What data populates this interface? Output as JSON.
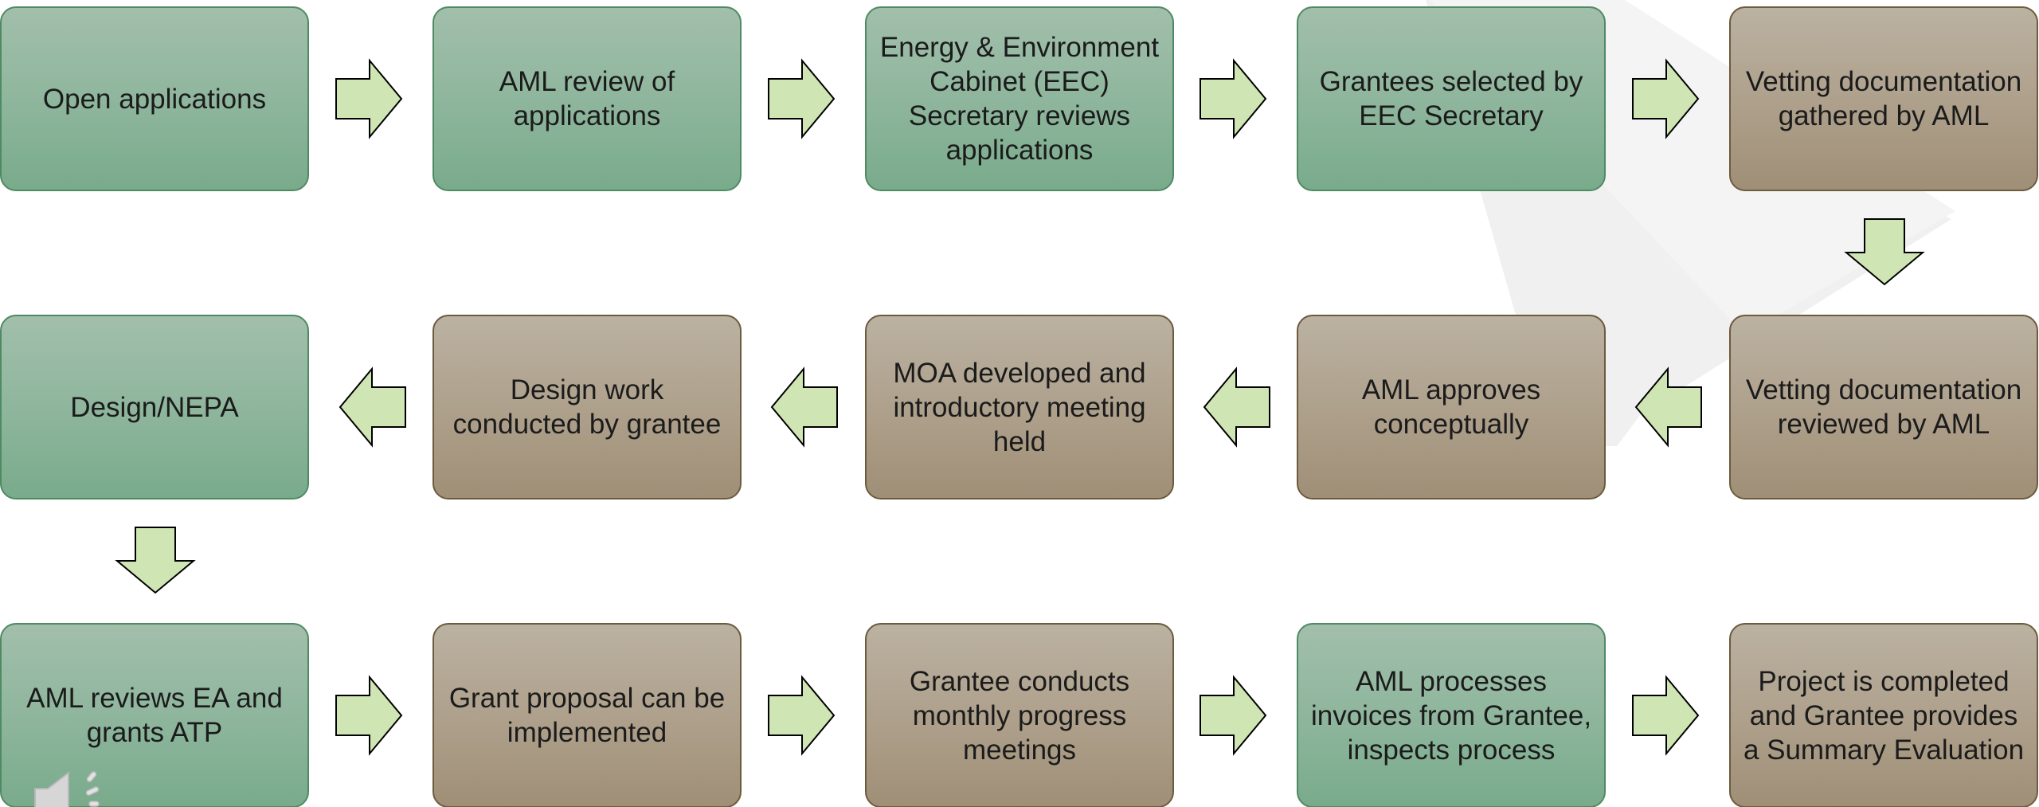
{
  "diagram": {
    "colors": {
      "green_box": "#8db59c",
      "brown_box": "#ad9f8a",
      "arrow_fill": "#cfe6b4",
      "arrow_stroke": "#000000"
    },
    "steps": [
      {
        "label": "Open applications",
        "color": "green"
      },
      {
        "label": "AML review of applications",
        "color": "green"
      },
      {
        "label": "Energy & Environment Cabinet (EEC) Secretary reviews applications",
        "color": "green"
      },
      {
        "label": "Grantees selected by EEC Secretary",
        "color": "green"
      },
      {
        "label": "Vetting documentation gathered by AML",
        "color": "brown"
      },
      {
        "label": "Vetting documentation reviewed by AML",
        "color": "brown"
      },
      {
        "label": "AML approves conceptually",
        "color": "brown"
      },
      {
        "label": "MOA developed and introductory meeting held",
        "color": "brown"
      },
      {
        "label": "Design work conducted by grantee",
        "color": "brown"
      },
      {
        "label": "Design/NEPA",
        "color": "green"
      },
      {
        "label": "AML reviews EA and grants ATP",
        "color": "green"
      },
      {
        "label": "Grant proposal can be implemented",
        "color": "brown"
      },
      {
        "label": "Grantee conducts monthly progress meetings",
        "color": "brown"
      },
      {
        "label": "AML processes invoices from Grantee, inspects process",
        "color": "green"
      },
      {
        "label": "Project is completed and Grantee provides a Summary Evaluation",
        "color": "brown"
      }
    ],
    "connectors": [
      {
        "from": 0,
        "to": 1,
        "direction": "right"
      },
      {
        "from": 1,
        "to": 2,
        "direction": "right"
      },
      {
        "from": 2,
        "to": 3,
        "direction": "right"
      },
      {
        "from": 3,
        "to": 4,
        "direction": "right"
      },
      {
        "from": 4,
        "to": 5,
        "direction": "down"
      },
      {
        "from": 5,
        "to": 6,
        "direction": "left"
      },
      {
        "from": 6,
        "to": 7,
        "direction": "left"
      },
      {
        "from": 7,
        "to": 8,
        "direction": "left"
      },
      {
        "from": 8,
        "to": 9,
        "direction": "left"
      },
      {
        "from": 9,
        "to": 10,
        "direction": "down"
      },
      {
        "from": 10,
        "to": 11,
        "direction": "right"
      },
      {
        "from": 11,
        "to": 12,
        "direction": "right"
      },
      {
        "from": 12,
        "to": 13,
        "direction": "right"
      },
      {
        "from": 13,
        "to": 14,
        "direction": "right"
      }
    ],
    "speaker_icon": "audio-speaker-icon"
  }
}
